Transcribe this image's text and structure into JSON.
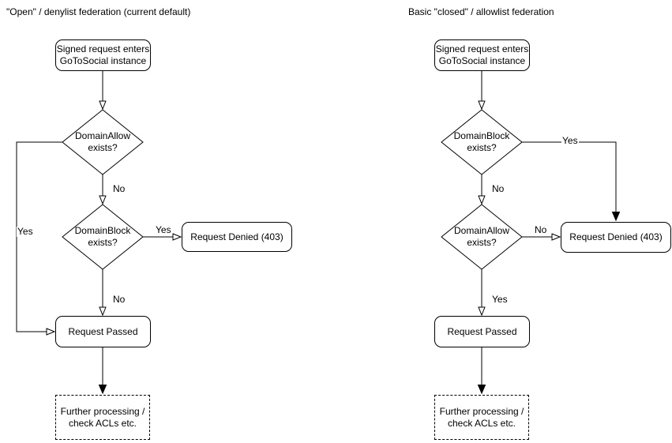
{
  "colors": {
    "stroke": "#000000",
    "shape_fill": "#ffffff",
    "text": "#000000",
    "background": "#ffffff"
  },
  "left_chart": {
    "title": "\"Open\" / denylist federation (current default)",
    "nodes": {
      "start": "Signed request enters\nGoToSocial instance",
      "decision1": "DomainAllow\nexists?",
      "decision2": "DomainBlock\nexists?",
      "denied": "Request Denied (403)",
      "passed": "Request Passed",
      "further": "Further processing /\ncheck ACLs etc."
    },
    "edge_labels": {
      "decision1_yes": "Yes",
      "decision1_no": "No",
      "decision2_yes": "Yes",
      "decision2_no": "No"
    }
  },
  "right_chart": {
    "title": "Basic \"closed\" / allowlist federation",
    "nodes": {
      "start": "Signed request enters\nGoToSocial instance",
      "decision1": "DomainBlock\nexists?",
      "decision2": "DomainAllow\nexists?",
      "denied": "Request Denied (403)",
      "passed": "Request Passed",
      "further": "Further processing /\ncheck ACLs etc."
    },
    "edge_labels": {
      "decision1_yes": "Yes",
      "decision1_no": "No",
      "decision2_no": "No",
      "decision2_yes": "Yes"
    }
  }
}
